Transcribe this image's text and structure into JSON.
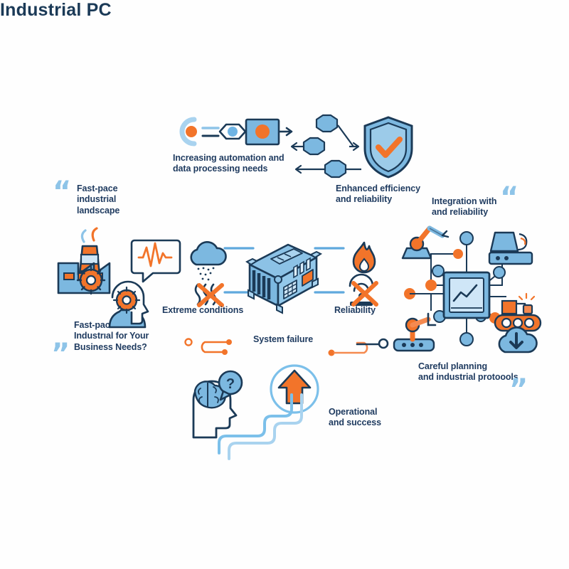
{
  "page": {
    "title": "Industrial PC",
    "background_color": "#fefefe"
  },
  "colors": {
    "navy": "#1b3a57",
    "blue_fill": "#7cb8e0",
    "blue_light": "#a9d3ef",
    "blue_pale": "#cfe6f7",
    "orange": "#f2742a",
    "orange_light": "#f58a50",
    "quote_blue": "#8ec4e8",
    "line_blue": "#5fa9dd",
    "text": "#1e3a5f"
  },
  "labels": {
    "automation": "Increasing automation and\ndata processing needs",
    "efficiency": "Enhanced efficiency\nand reliability",
    "integration": "Integration with\nand reliability",
    "fast_pace": "Fast-pace\nindustrial\nlandscape",
    "business_needs": "Fast-pacet ditıus\nIndustrıal for Your\nBusiness Needs?",
    "extreme_conditions": "Extreme conditions",
    "reliability": "Reliability",
    "system_failure": "System failure",
    "careful_planning": "Careful planning\nand industrial protoools",
    "operational": "Operational\nand success"
  },
  "quote_marks": {
    "open_left": "“",
    "close_left": "”",
    "open_right": "“",
    "close_right": "”"
  },
  "icons": {
    "automation_flow": "automation-flow-icon",
    "hexagon_network": "hexagon-network-icon",
    "shield_check": "shield-check-icon",
    "factory": "factory-icon",
    "gear_head_person": "gear-head-person-icon",
    "pulse_speech_bubble": "pulse-speech-bubble-icon",
    "rain_cloud": "rain-cloud-icon",
    "heat_wave_blocked": "heat-wave-blocked-icon",
    "industrial_pc_box": "industrial-pc-box-icon",
    "flame": "flame-icon",
    "vibration_blocked": "vibration-blocked-icon",
    "robot_arm_top": "robot-arm-icon",
    "robot_arm_bottom": "robot-arm-icon",
    "machine_press": "machine-press-icon",
    "conveyor": "conveyor-icon",
    "cloud_download": "cloud-download-icon",
    "cpu_chip": "cpu-chip-icon",
    "brain_head": "brain-head-icon",
    "question_bubble": "question-bubble-icon",
    "up_arrow_circle": "up-arrow-circle-icon",
    "connector_orange_left": "connector-line-icon",
    "connector_orange_right": "connector-line-icon",
    "connector_navy_right": "connector-line-icon"
  }
}
